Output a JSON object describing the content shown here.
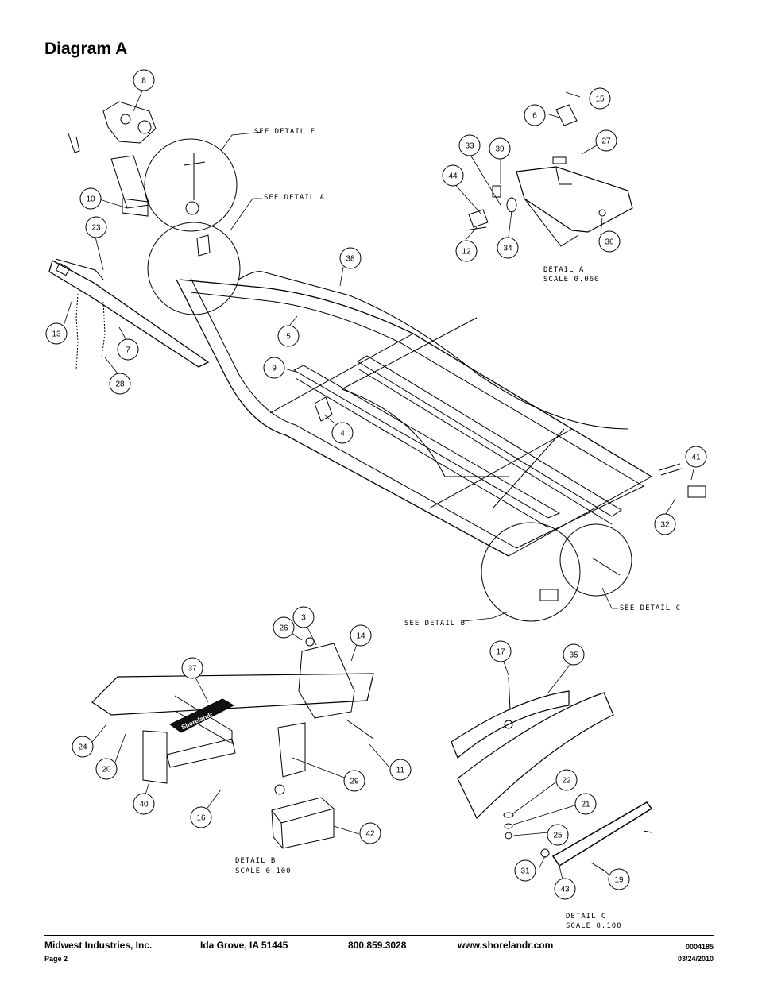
{
  "title": "Diagram A",
  "callouts": [
    {
      "id": "c8",
      "label": "8"
    },
    {
      "id": "c15",
      "label": "15"
    },
    {
      "id": "c6",
      "label": "6"
    },
    {
      "id": "c27",
      "label": "27"
    },
    {
      "id": "c33",
      "label": "33"
    },
    {
      "id": "c39",
      "label": "39"
    },
    {
      "id": "c44",
      "label": "44"
    },
    {
      "id": "c10",
      "label": "10"
    },
    {
      "id": "c23",
      "label": "23"
    },
    {
      "id": "c12",
      "label": "12"
    },
    {
      "id": "c34",
      "label": "34"
    },
    {
      "id": "c36",
      "label": "36"
    },
    {
      "id": "c38",
      "label": "38"
    },
    {
      "id": "c13",
      "label": "13"
    },
    {
      "id": "c5",
      "label": "5"
    },
    {
      "id": "c7",
      "label": "7"
    },
    {
      "id": "c9",
      "label": "9"
    },
    {
      "id": "c28",
      "label": "28"
    },
    {
      "id": "c4",
      "label": "4"
    },
    {
      "id": "c41",
      "label": "41"
    },
    {
      "id": "c32",
      "label": "32"
    },
    {
      "id": "c26",
      "label": "26"
    },
    {
      "id": "c3",
      "label": "3"
    },
    {
      "id": "c14",
      "label": "14"
    },
    {
      "id": "c17",
      "label": "17"
    },
    {
      "id": "c35",
      "label": "35"
    },
    {
      "id": "c37",
      "label": "37"
    },
    {
      "id": "c24",
      "label": "24"
    },
    {
      "id": "c20",
      "label": "20"
    },
    {
      "id": "c11",
      "label": "11"
    },
    {
      "id": "c29",
      "label": "29"
    },
    {
      "id": "c40",
      "label": "40"
    },
    {
      "id": "c16",
      "label": "16"
    },
    {
      "id": "c42",
      "label": "42"
    },
    {
      "id": "c22",
      "label": "22"
    },
    {
      "id": "c21",
      "label": "21"
    },
    {
      "id": "c25",
      "label": "25"
    },
    {
      "id": "c31",
      "label": "31"
    },
    {
      "id": "c19",
      "label": "19"
    },
    {
      "id": "c43",
      "label": "43"
    }
  ],
  "detail_refs": {
    "f": "SEE DETAIL  F",
    "a": "SEE DETAIL  A",
    "b": "SEE DETAIL  B",
    "c": "SEE DETAIL  C"
  },
  "detail_captions": {
    "a_name": "DETAIL  A",
    "a_scale": "SCALE  0.060",
    "b_name": "DETAIL  B",
    "b_scale": "SCALE  0.100",
    "c_name": "DETAIL  C",
    "c_scale": "SCALE  0.100"
  },
  "brand_plate": "Shorelandr",
  "footer": {
    "company": "Midwest Industries, Inc.",
    "location": "Ida Grove, IA  51445",
    "phone": "800.859.3028",
    "website": "www.shorelandr.com",
    "doc_number": "0004185",
    "page": "Page 2",
    "date": "03/24/2010"
  }
}
